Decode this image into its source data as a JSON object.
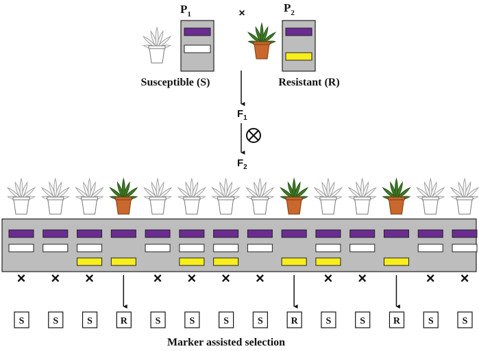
{
  "colors": {
    "purple_band": "#6a2c91",
    "yellow_band": "#f7ee1c",
    "white_band": "#ffffff",
    "gel": "#bdbdbd",
    "pot_resistant": "#c8682c",
    "leaf_resistant": "#3f7a22",
    "plant_susceptible": "#9a9a9a"
  },
  "parents": {
    "p1": {
      "label": "P",
      "sub": "1",
      "caption": "Susceptible (S)",
      "plant": "susceptible",
      "bands": [
        "purple",
        "white"
      ]
    },
    "p2": {
      "label": "P",
      "sub": "2",
      "caption": "Resistant (R)",
      "plant": "resistant",
      "bands": [
        "purple",
        "yellow"
      ]
    },
    "cross_symbol": "×"
  },
  "generations": {
    "f1": {
      "label": "F",
      "sub": "1"
    },
    "f2": {
      "label": "F",
      "sub": "2"
    },
    "self_symbol": "⊗"
  },
  "progeny": [
    {
      "plant": "susceptible",
      "bands": [
        "purple",
        "white"
      ],
      "selected": false,
      "result": "S"
    },
    {
      "plant": "susceptible",
      "bands": [
        "purple",
        "white"
      ],
      "selected": false,
      "result": "S"
    },
    {
      "plant": "susceptible",
      "bands": [
        "purple",
        "white",
        "yellow"
      ],
      "selected": false,
      "result": "S"
    },
    {
      "plant": "resistant",
      "bands": [
        "purple",
        "yellow"
      ],
      "selected": true,
      "result": "R"
    },
    {
      "plant": "susceptible",
      "bands": [
        "purple",
        "white"
      ],
      "selected": false,
      "result": "S"
    },
    {
      "plant": "susceptible",
      "bands": [
        "purple",
        "white",
        "yellow"
      ],
      "selected": false,
      "result": "S"
    },
    {
      "plant": "susceptible",
      "bands": [
        "purple",
        "white",
        "yellow"
      ],
      "selected": false,
      "result": "S"
    },
    {
      "plant": "susceptible",
      "bands": [
        "purple",
        "white"
      ],
      "selected": false,
      "result": "S"
    },
    {
      "plant": "resistant",
      "bands": [
        "purple",
        "yellow"
      ],
      "selected": true,
      "result": "R"
    },
    {
      "plant": "susceptible",
      "bands": [
        "purple",
        "white",
        "yellow"
      ],
      "selected": false,
      "result": "S"
    },
    {
      "plant": "susceptible",
      "bands": [
        "purple",
        "white"
      ],
      "selected": false,
      "result": "S"
    },
    {
      "plant": "resistant",
      "bands": [
        "purple",
        "yellow"
      ],
      "selected": true,
      "result": "R"
    },
    {
      "plant": "susceptible",
      "bands": [
        "purple",
        "white"
      ],
      "selected": false,
      "result": "S"
    },
    {
      "plant": "susceptible",
      "bands": [
        "purple",
        "white"
      ],
      "selected": false,
      "result": "S"
    }
  ],
  "reject_symbol": "×",
  "caption": "Marker assisted selection"
}
